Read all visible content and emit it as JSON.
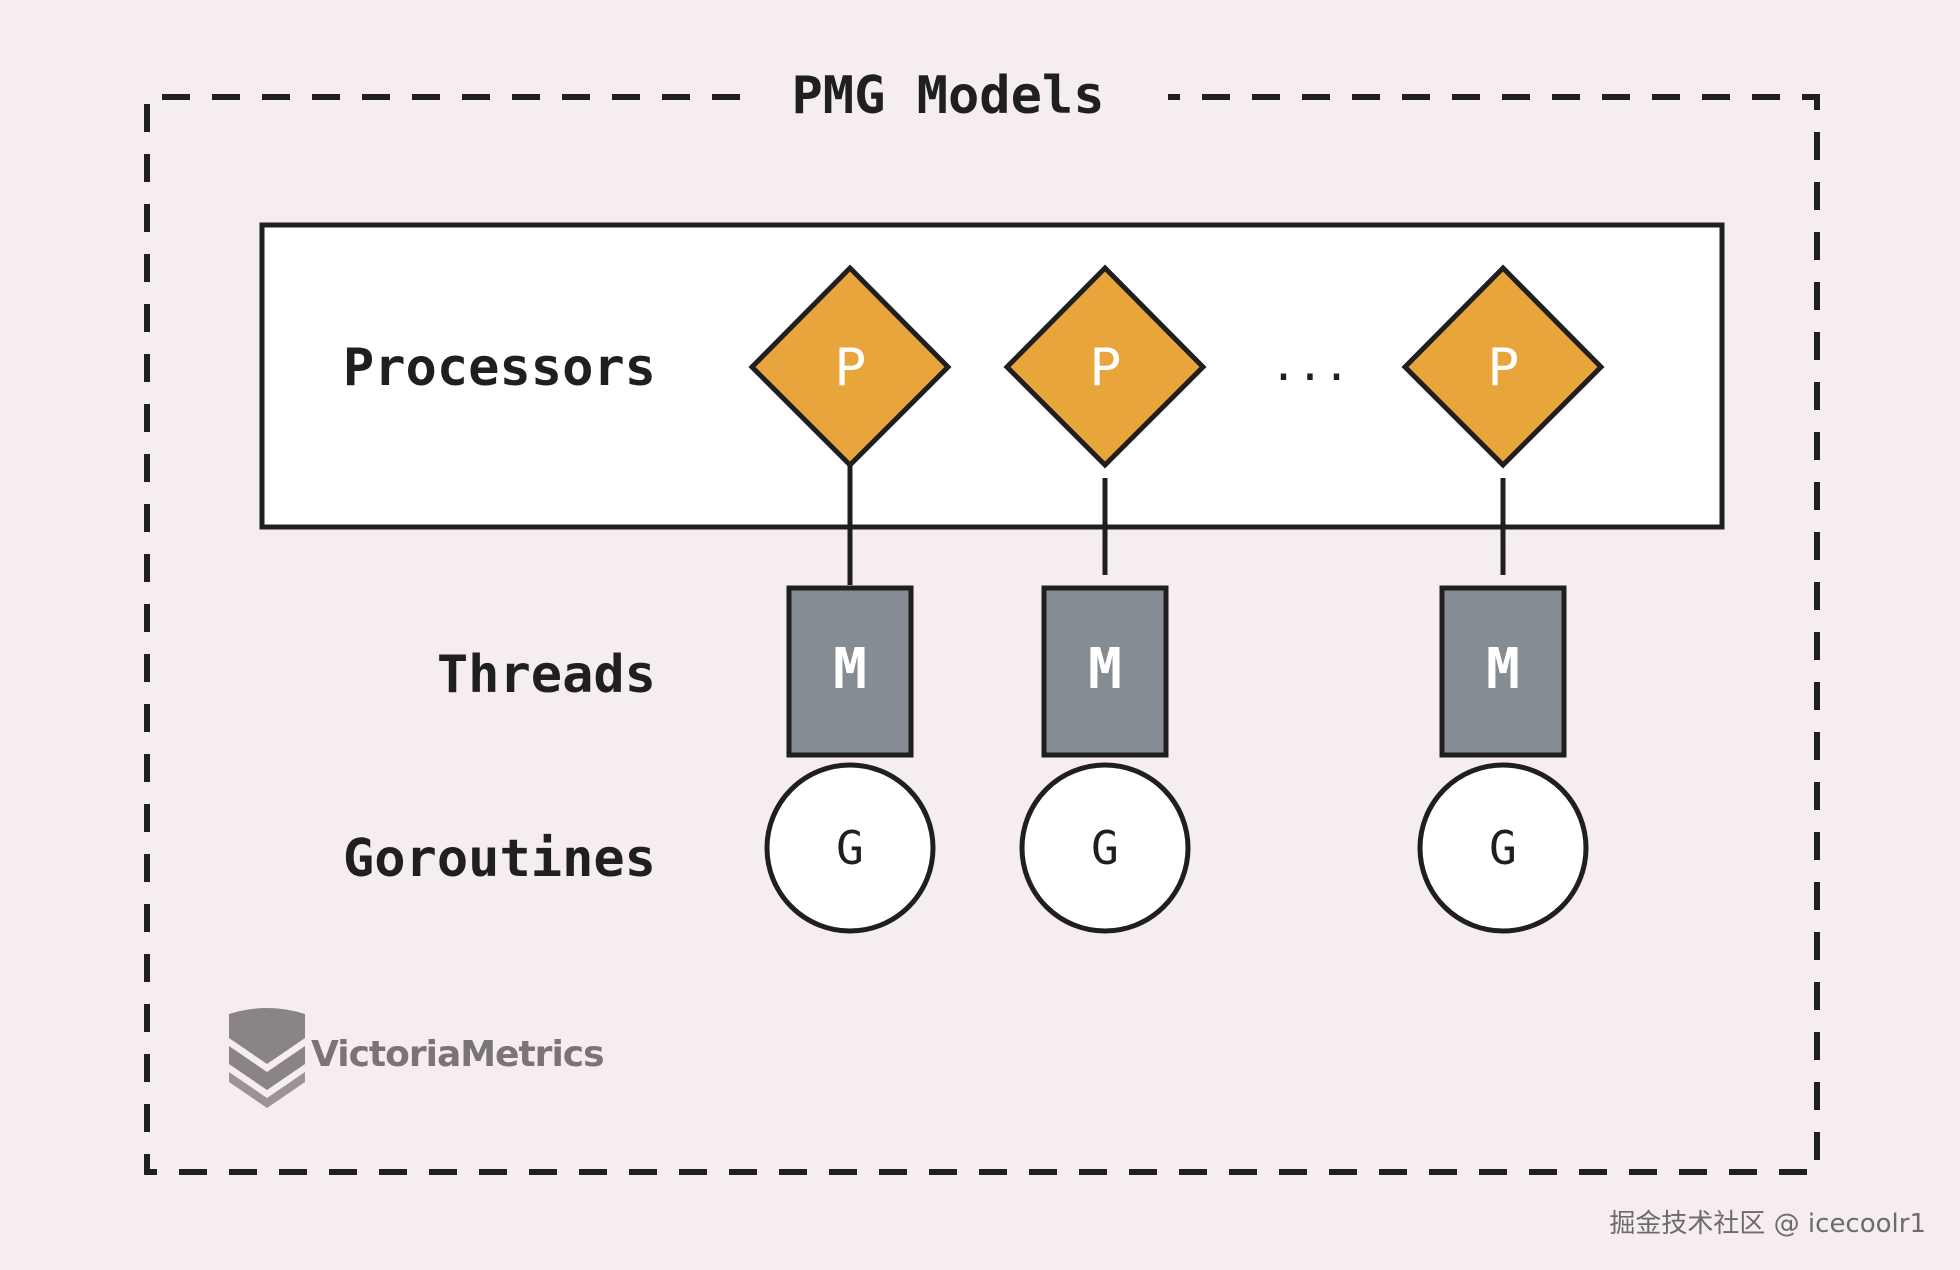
{
  "title": "PMG Models",
  "labels": {
    "processors": "Processors",
    "threads": "Threads",
    "goroutines": "Goroutines"
  },
  "ellipsis": "...",
  "columns": [
    {
      "p": "P",
      "m": "M",
      "g": "G"
    },
    {
      "p": "P",
      "m": "M",
      "g": "G"
    },
    {
      "p": "P",
      "m": "M",
      "g": "G"
    }
  ],
  "logo": {
    "text": "VictoriaMetrics"
  },
  "watermark": "掘金技术社区 @ icecoolr1",
  "colors": {
    "background": "#f5edf0",
    "processor_fill": "#e8a53c",
    "thread_fill": "#868c94",
    "goroutine_fill": "#ffffff",
    "stroke": "#1f1f1f",
    "logo": "#7a7478"
  }
}
